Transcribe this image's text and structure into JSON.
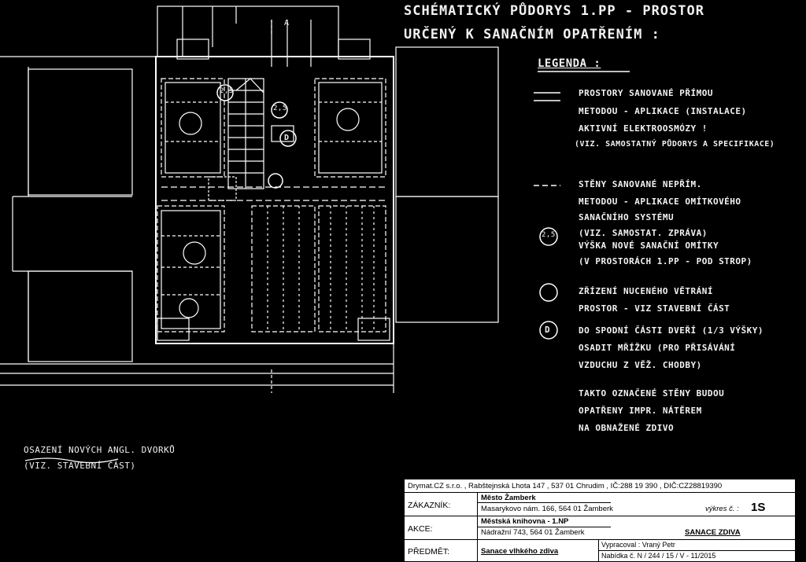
{
  "title": {
    "line1": "SCHÉMATICKÝ PŮDORYS 1.PP - PROSTOR",
    "line2": "URČENÝ K SANAČNÍM OPATŘENÍM :"
  },
  "legend": {
    "heading": "LEGENDA :",
    "items": [
      {
        "symbol": "double-line",
        "lines": [
          "PROSTORY SANOVANÉ PŘÍMOU",
          "METODOU - APLIKACE (INSTALACE)",
          "AKTIVNÍ ELEKTROOSMÓZY !",
          "(VIZ. SAMOSTATNÝ PŮDORYS A SPECIFIKACE)"
        ]
      },
      {
        "symbol": "dashed-line",
        "lines": [
          "STĚNY SANOVANÉ NEPŘÍM.",
          "METODOU - APLIKACE OMÍTKOVÉHO",
          "SANAČNÍHO SYSTÉMU",
          "(VIZ. SAMOSTAT. ZPRÁVA)"
        ]
      },
      {
        "symbol": "2,5",
        "lines": [
          "VÝŠKA NOVÉ SANAČNÍ OMÍTKY",
          "(V PROSTORÁCH 1.PP - POD STROP)"
        ]
      },
      {
        "symbol": "circle",
        "lines": [
          "ZŘÍZENÍ NUCENÉHO VĚTRÁNÍ",
          "PROSTOR - VIZ STAVEBNÍ ČÁST"
        ]
      },
      {
        "symbol": "D",
        "lines": [
          "DO SPODNÍ ČÁSTI DVEŘÍ (1/3 VÝŠKY)",
          "OSADIT MŘÍŽKU (PRO PŘISÁVÁNÍ",
          "VZDUCHU Z VĚŽ. CHODBY)"
        ]
      }
    ],
    "note": [
      "TAKTO OZNAČENÉ STĚNY BUDOU",
      "OPATŘENY IMPR. NÁTĚREM",
      "NA OBNAŽENÉ ZDIVO"
    ]
  },
  "plan_labels": {
    "section_a": "A",
    "height_tags": [
      "2,5",
      "2,5"
    ],
    "door_tag": "D",
    "corner_note": [
      "OSAZENÍ NOVÝCH ANGL. DVORKŮ",
      "(VIZ. STAVEBNÍ ČÁST)"
    ]
  },
  "title_block": {
    "company": "Drymat.CZ s.r.o. , Rabštejnská Lhota 147 , 537 01 Chrudim , IČ:288 19 390 , DIČ:CZ28819390",
    "client_label": "ZÁKAZNÍK:",
    "client_name": "Město Žamberk",
    "client_address": "Masarykovo nám. 166, 564 01 Žamberk",
    "drawing_no_label": "výkres č. :",
    "drawing_no": "1S",
    "action_label": "AKCE:",
    "action_name": "Městská knihovna - 1.NP",
    "action_address": "Nádražní 743, 564 01 Žamberk",
    "action_subject": "SANACE ZDIVA",
    "subject_label": "PŘEDMĚT:",
    "subject": "Sanace vlhkého zdiva",
    "drawn_by": "Vypracoval : Vraný Petr",
    "offer": "Nabídka č.  N / 244 / 15 / V - 11/2015"
  }
}
